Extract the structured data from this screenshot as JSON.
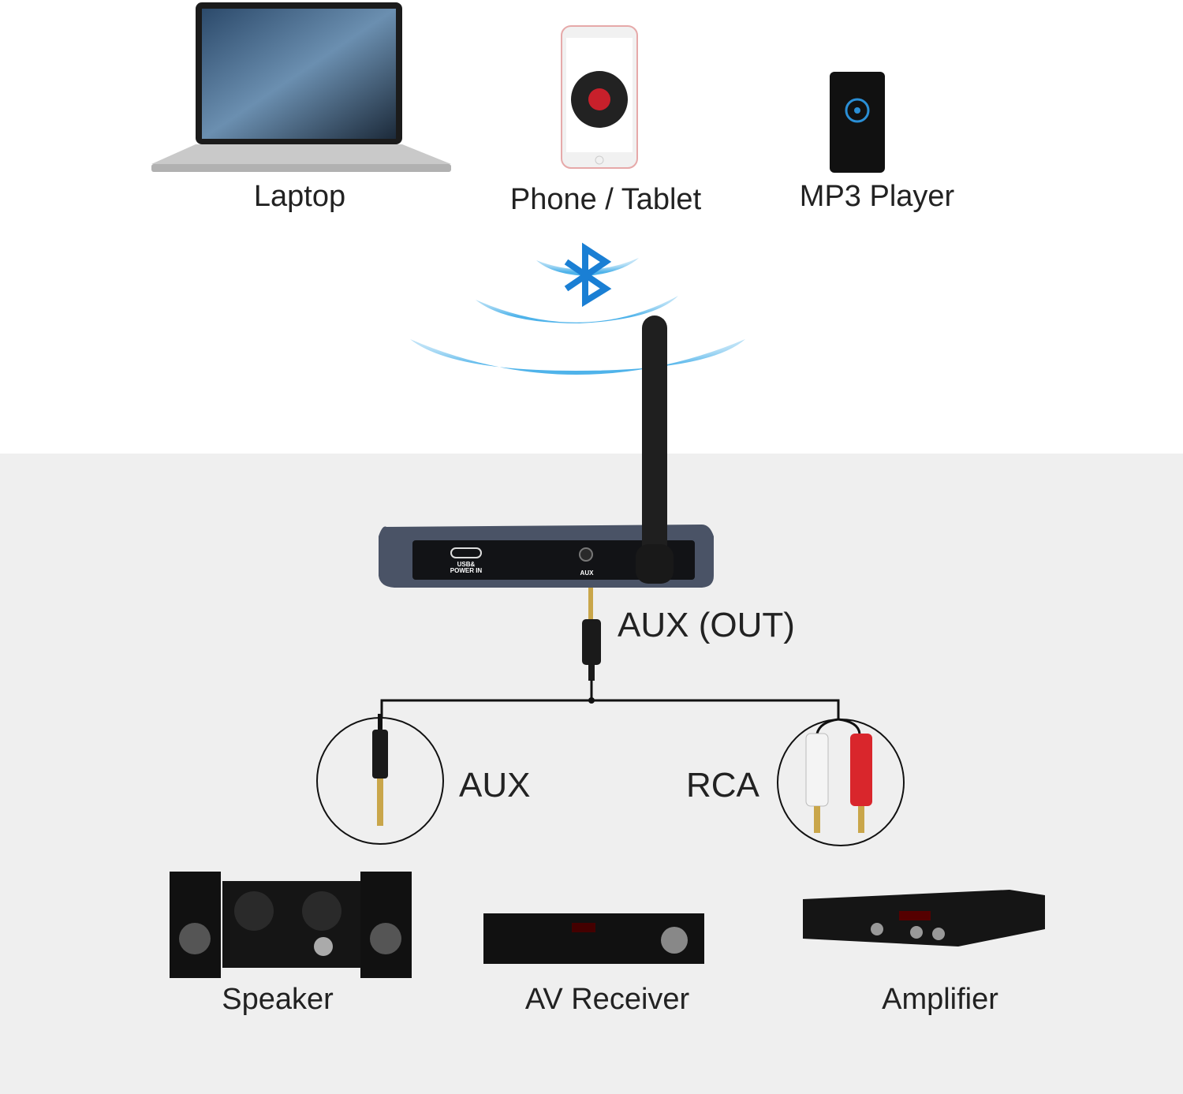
{
  "sources": [
    {
      "label": "Laptop",
      "icon": "laptop-icon"
    },
    {
      "label": "Phone / Tablet",
      "icon": "phone-icon"
    },
    {
      "label": "MP3 Player",
      "icon": "mp3-player-icon"
    }
  ],
  "bluetooth": {
    "icon": "bluetooth-icon",
    "color": "#1a7fd4"
  },
  "device": {
    "port_usb_line1": "USB&",
    "port_usb_line2": "POWER IN",
    "port_aux": "AUX"
  },
  "aux_out_label": "AUX (OUT)",
  "connectors": [
    {
      "label": "AUX",
      "icon": "aux-jack-icon"
    },
    {
      "label": "RCA",
      "icon": "rca-plug-icon"
    }
  ],
  "outputs": [
    {
      "label": "Speaker",
      "icon": "speaker-icon"
    },
    {
      "label": "AV Receiver",
      "icon": "av-receiver-icon"
    },
    {
      "label": "Amplifier",
      "icon": "amplifier-icon"
    }
  ],
  "colors": {
    "background_bottom": "#efefef",
    "device_body": "#4a5366",
    "gold": "#c9a64a",
    "rca_red": "#d9262c"
  }
}
